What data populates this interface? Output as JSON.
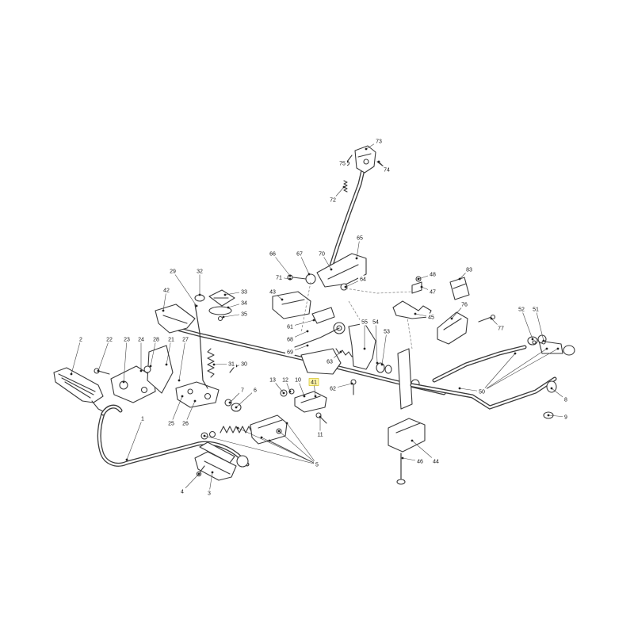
{
  "labels": [
    {
      "text": "1",
      "highlight": false
    },
    {
      "text": "2",
      "highlight": false
    },
    {
      "text": "3",
      "highlight": false
    },
    {
      "text": "4",
      "highlight": false
    },
    {
      "text": "5",
      "highlight": false
    },
    {
      "text": "6",
      "highlight": false
    },
    {
      "text": "7",
      "highlight": false
    },
    {
      "text": "8",
      "highlight": false
    },
    {
      "text": "9",
      "highlight": false
    },
    {
      "text": "10",
      "highlight": false
    },
    {
      "text": "11",
      "highlight": false
    },
    {
      "text": "12",
      "highlight": false
    },
    {
      "text": "13",
      "highlight": false
    },
    {
      "text": "21",
      "highlight": false
    },
    {
      "text": "22",
      "highlight": false
    },
    {
      "text": "23",
      "highlight": false
    },
    {
      "text": "24",
      "highlight": false
    },
    {
      "text": "25",
      "highlight": false
    },
    {
      "text": "26",
      "highlight": false
    },
    {
      "text": "27",
      "highlight": false
    },
    {
      "text": "28",
      "highlight": false
    },
    {
      "text": "29",
      "highlight": false
    },
    {
      "text": "30",
      "highlight": false
    },
    {
      "text": "31",
      "highlight": false
    },
    {
      "text": "32",
      "highlight": false
    },
    {
      "text": "33",
      "highlight": false
    },
    {
      "text": "34",
      "highlight": false
    },
    {
      "text": "35",
      "highlight": false
    },
    {
      "text": "41",
      "highlight": true
    },
    {
      "text": "42",
      "highlight": false
    },
    {
      "text": "43",
      "highlight": false
    },
    {
      "text": "44",
      "highlight": false
    },
    {
      "text": "45",
      "highlight": false
    },
    {
      "text": "46",
      "highlight": false
    },
    {
      "text": "47",
      "highlight": false
    },
    {
      "text": "48",
      "highlight": false
    },
    {
      "text": "50",
      "highlight": false
    },
    {
      "text": "51",
      "highlight": false
    },
    {
      "text": "52",
      "highlight": false
    },
    {
      "text": "53",
      "highlight": false
    },
    {
      "text": "54",
      "highlight": false
    },
    {
      "text": "55",
      "highlight": false
    },
    {
      "text": "61",
      "highlight": false
    },
    {
      "text": "62",
      "highlight": false
    },
    {
      "text": "63",
      "highlight": false
    },
    {
      "text": "64",
      "highlight": false
    },
    {
      "text": "65",
      "highlight": false
    },
    {
      "text": "66",
      "highlight": false
    },
    {
      "text": "67",
      "highlight": false
    },
    {
      "text": "68",
      "highlight": false
    },
    {
      "text": "69",
      "highlight": false
    },
    {
      "text": "70",
      "highlight": false
    },
    {
      "text": "71",
      "highlight": false
    },
    {
      "text": "72",
      "highlight": false
    },
    {
      "text": "73",
      "highlight": false
    },
    {
      "text": "74",
      "highlight": false
    },
    {
      "text": "75",
      "highlight": false
    },
    {
      "text": "76",
      "highlight": false
    },
    {
      "text": "77",
      "highlight": false
    },
    {
      "text": "83",
      "highlight": false
    }
  ],
  "colors": {
    "line": "#3a3a3a",
    "highlight_fill": "#fff6a8",
    "background": "#ffffff"
  }
}
